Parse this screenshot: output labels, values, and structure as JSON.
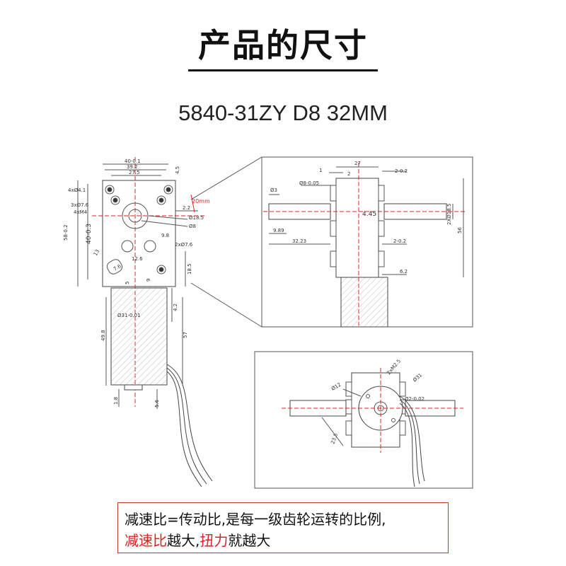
{
  "header": {
    "title": "产品的尺寸",
    "model": "5840-31ZY D8 32MM"
  },
  "front_view": {
    "dims": {
      "w_total": "40-0.1",
      "w_39": "39.2",
      "w_27": "27.5",
      "d45": "4.5",
      "holes4": "4xØ4.1",
      "holes3": "3xØ7.6",
      "holes_m4": "4xM4",
      "offset_20mm": "20mm",
      "d22": "2.2",
      "dia185": "Ø18.5",
      "dia8": "Ø8",
      "d98": "9.8",
      "two76": "2xØ7.6",
      "d126": "12.6",
      "d76": "7.6",
      "d13": "13",
      "h58": "58-0.2",
      "h40": "40-0.3",
      "d185": "18.5",
      "d5": "5",
      "d9": "9",
      "d42": "4.2",
      "dia31": "Ø31-0.01",
      "d498": "49.8",
      "d57": "57",
      "d18": "1.8",
      "d56": "5.6"
    }
  },
  "side_view": {
    "dims": {
      "d27": "27",
      "d1": "1",
      "d2": "2",
      "t02a": "2-0.2",
      "dia3": "Ø3",
      "dia805": "Ø8-0.05",
      "d445": "4.45",
      "two185": "2XØ18.5",
      "d56": "56",
      "d989": "9.89",
      "d3223": "32.23",
      "t02b": "2-0.2",
      "d62": "6.2"
    }
  },
  "bottom_view": {
    "dims": {
      "m25": "2xM2.5",
      "dia12": "Ø12",
      "dia31": "Ø31",
      "dia2": "Ø2-0.02",
      "d235": "23.5"
    }
  },
  "note": {
    "line1": "减速比=传动比,是每一级齿轮运转的比例,",
    "line2_part1": "减速比",
    "line2_part2": "越大,",
    "line2_part3": "扭力",
    "line2_part4": "就越大"
  },
  "colors": {
    "accent": "#e02020",
    "line": "#555555",
    "border": "#c0392b"
  }
}
